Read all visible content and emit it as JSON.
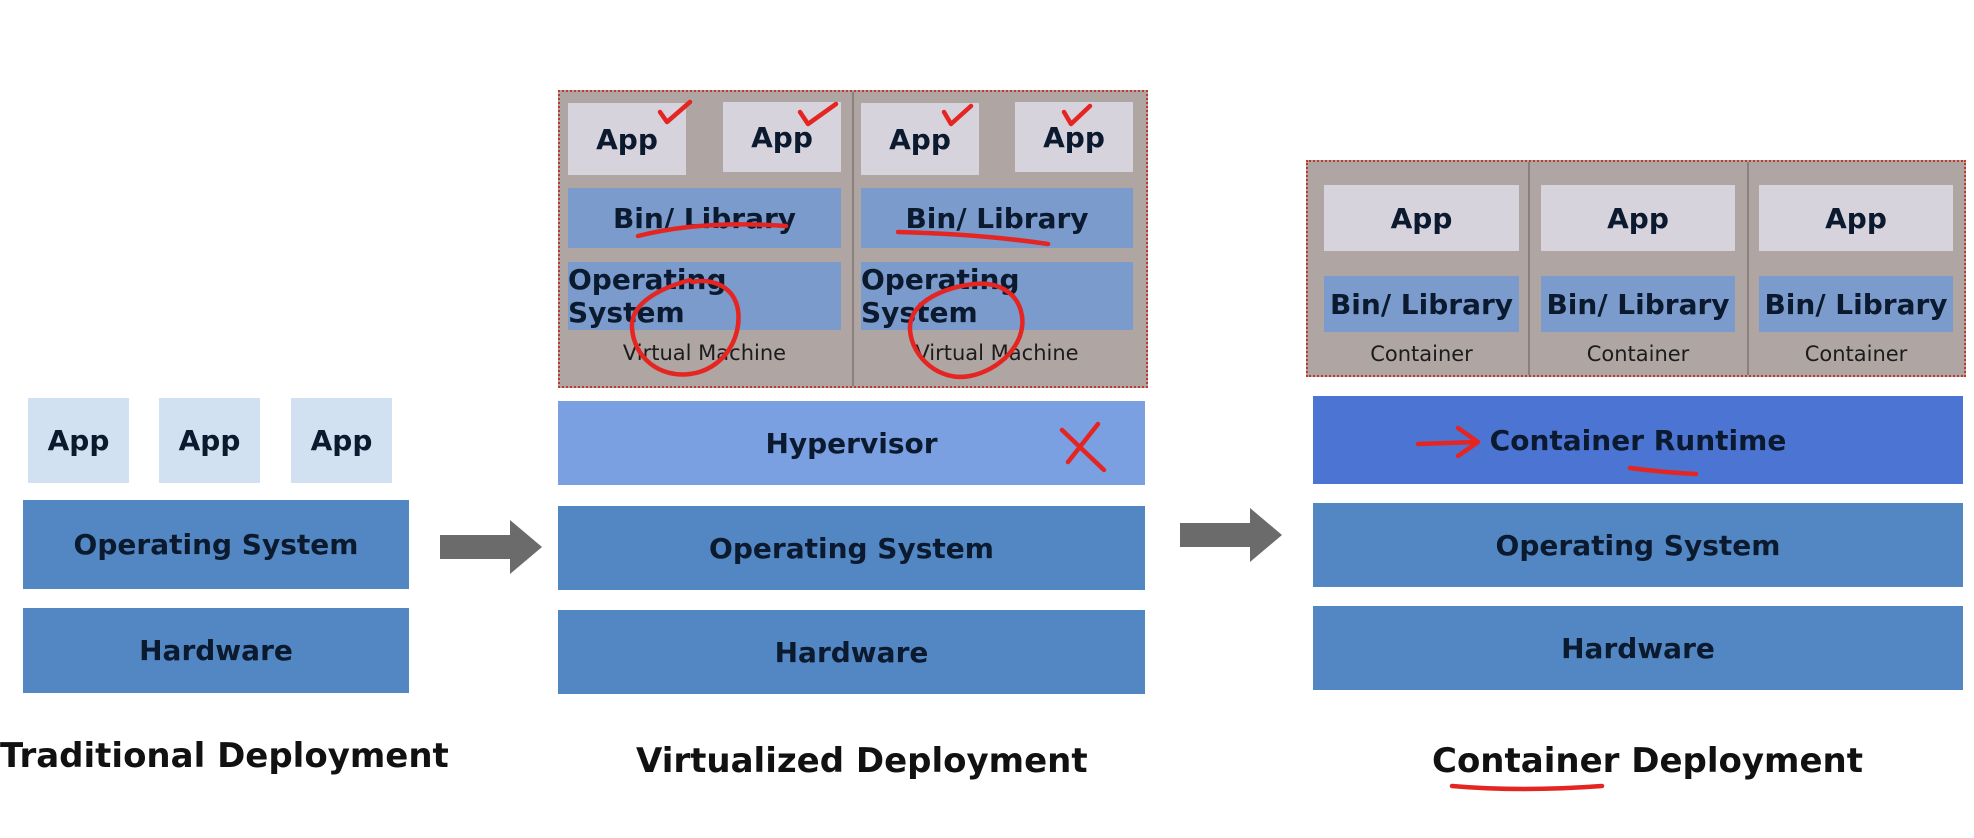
{
  "traditional": {
    "apps": [
      "App",
      "App",
      "App"
    ],
    "os": "Operating System",
    "hardware": "Hardware",
    "caption": "Traditional Deployment"
  },
  "virtualized": {
    "apps": [
      "App",
      "App",
      "App",
      "App"
    ],
    "bin": [
      "Bin/ Library",
      "Bin/ Library"
    ],
    "vm_os": [
      "Operating System",
      "Operating System"
    ],
    "vm_label": [
      "Virtual Machine",
      "Virtual Machine"
    ],
    "hypervisor": "Hypervisor",
    "os": "Operating System",
    "hardware": "Hardware",
    "caption": "Virtualized Deployment"
  },
  "container": {
    "apps": [
      "App",
      "App",
      "App"
    ],
    "bin": [
      "Bin/ Library",
      "Bin/ Library",
      "Bin/ Library"
    ],
    "labels": [
      "Container",
      "Container",
      "Container"
    ],
    "runtime": "Container Runtime",
    "os": "Operating System",
    "hardware": "Hardware",
    "caption": "Container Deployment"
  },
  "colors": {
    "layer_blue": "#5287c3",
    "hypervisor": "#7aa0e2",
    "runtime": "#4c74d2",
    "vm_group": "#afa5a3",
    "annotation_red": "#e52521",
    "arrow_grey": "#6b6b6b"
  }
}
